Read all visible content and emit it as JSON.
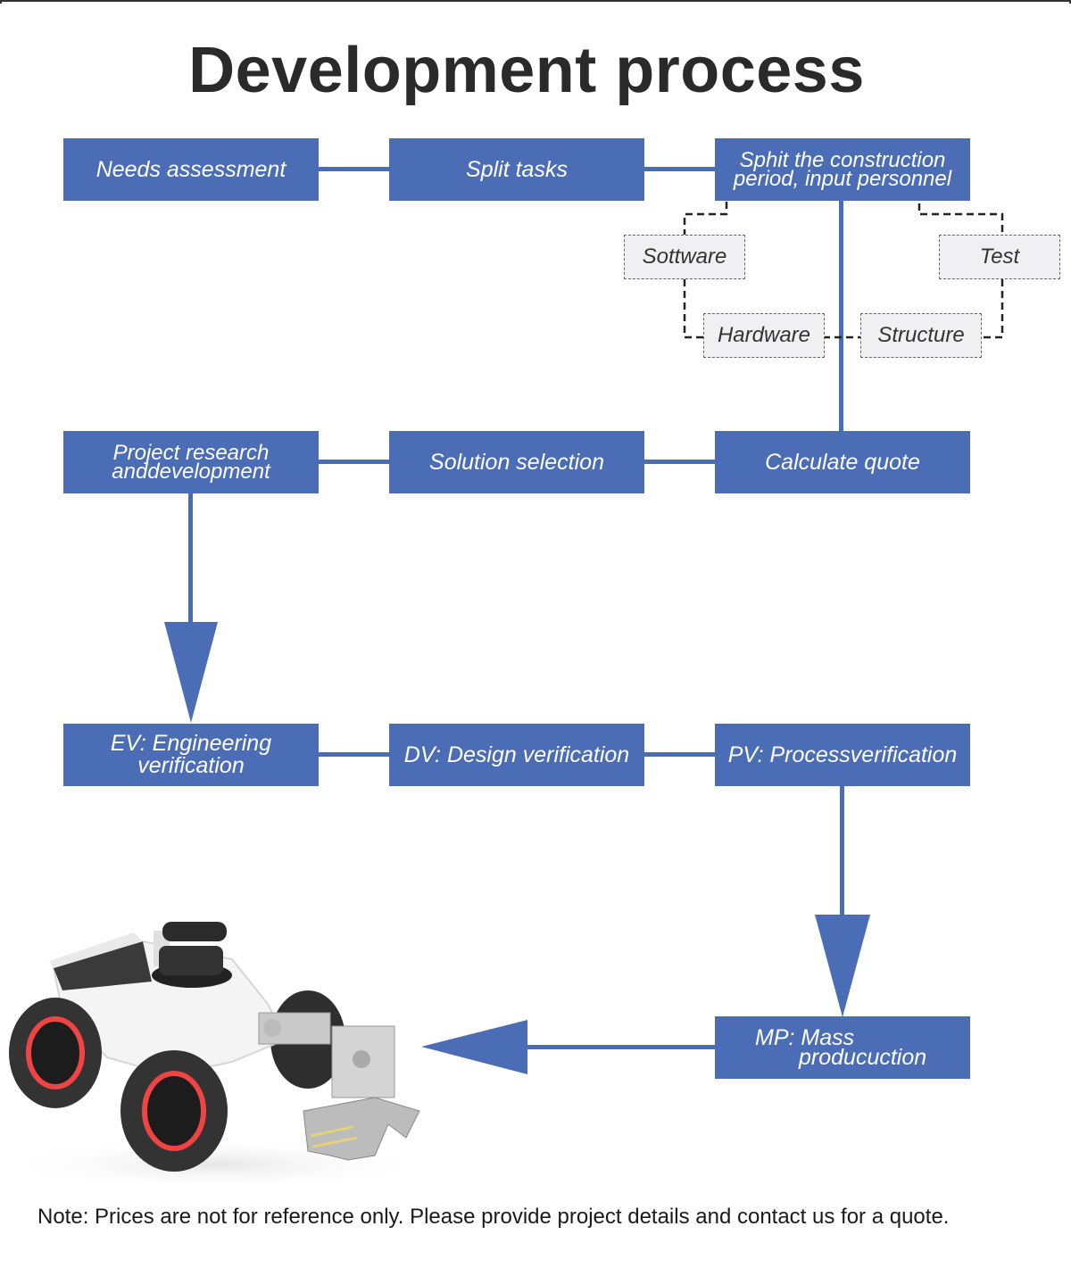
{
  "title": "Development process",
  "row1": {
    "needs_assessment": "Needs assessment",
    "split_tasks": "Split tasks",
    "split_period_line1": "Sphit the construction",
    "split_period_line2": "period, input personnel"
  },
  "subtasks": {
    "software": "Sottware",
    "test": "Test",
    "hardware": "Hardware",
    "structure": "Structure"
  },
  "row2": {
    "project_rd_line1": "Project research",
    "project_rd_line2": "anddevelopment",
    "solution_selection": "Solution selection",
    "calculate_quote": "Calculate quote"
  },
  "row3": {
    "ev_line1": "EV: Engineering",
    "ev_line2": "verification",
    "dv": "DV: Design verification",
    "pv": "PV: Processverification"
  },
  "row4": {
    "mp_line1": "MP: Mass",
    "mp_line2": "producuction"
  },
  "colors": {
    "box_blue": "#4b6db5",
    "sub_bg": "#f0f0f2",
    "title_text": "#2a2a2a"
  },
  "note": "Note: Prices are not for reference only. Please provide project details and contact us for a quote."
}
